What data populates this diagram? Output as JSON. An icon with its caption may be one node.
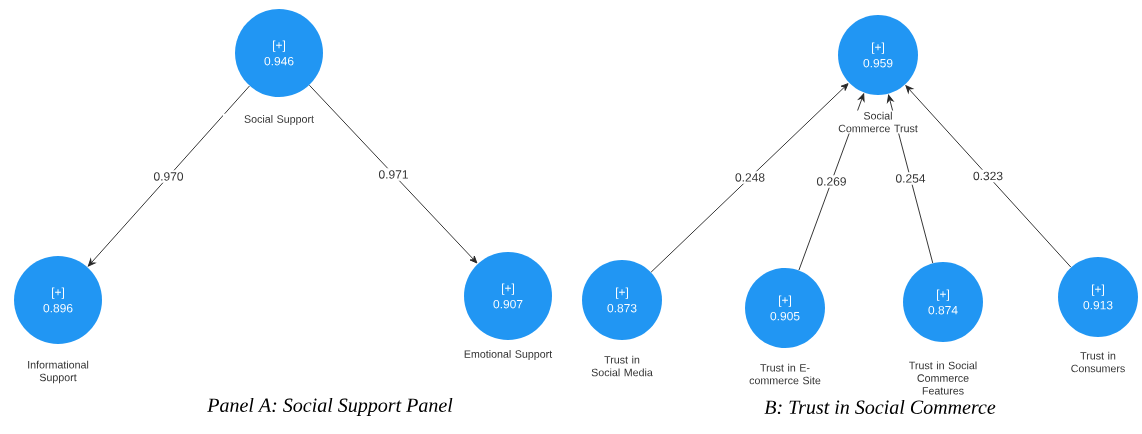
{
  "diagram": {
    "nodes": [
      {
        "text": [
          "[+]",
          "0.946"
        ],
        "beside": [
          "Social Support"
        ]
      },
      {
        "text": [
          "[+]",
          "0.896"
        ],
        "beside": [
          "Informational Support"
        ]
      },
      {
        "text": [
          "[+]",
          "0.907"
        ],
        "beside": [
          "Emotional Support"
        ]
      },
      {
        "text": [
          "[+]",
          "0.959"
        ],
        "beside": [
          "Social Commerce Trust"
        ]
      },
      {
        "text": [
          "[+]",
          "0.873"
        ],
        "beside": [
          "Trust in Social Media"
        ]
      },
      {
        "text": [
          "[+]",
          "0.905"
        ],
        "beside": [
          "Trust in E-commerce Site"
        ]
      },
      {
        "text": [
          "[+]",
          "0.874"
        ],
        "beside": [
          "Trust in Social Commerce Features"
        ]
      },
      {
        "text": [
          "[+]",
          "0.913"
        ],
        "beside": [
          "Trust in Consumers"
        ]
      }
    ],
    "edges": [
      {
        "from": 0,
        "to": 1,
        "arrow": "to",
        "label": "0.970"
      },
      {
        "from": 0,
        "to": 2,
        "arrow": "to",
        "label": "0.971"
      },
      {
        "from": 4,
        "to": 3,
        "arrow": "to",
        "label": "0.248"
      },
      {
        "from": 5,
        "to": 3,
        "arrow": "to",
        "label": "0.269"
      },
      {
        "from": 6,
        "to": 3,
        "arrow": "to",
        "label": "0.254"
      },
      {
        "from": 7,
        "to": 3,
        "arrow": "to",
        "label": "0.323"
      }
    ],
    "labels": [
      "Panel A: Social Support Panel",
      "B: Trust in Social Commerce"
    ]
  }
}
